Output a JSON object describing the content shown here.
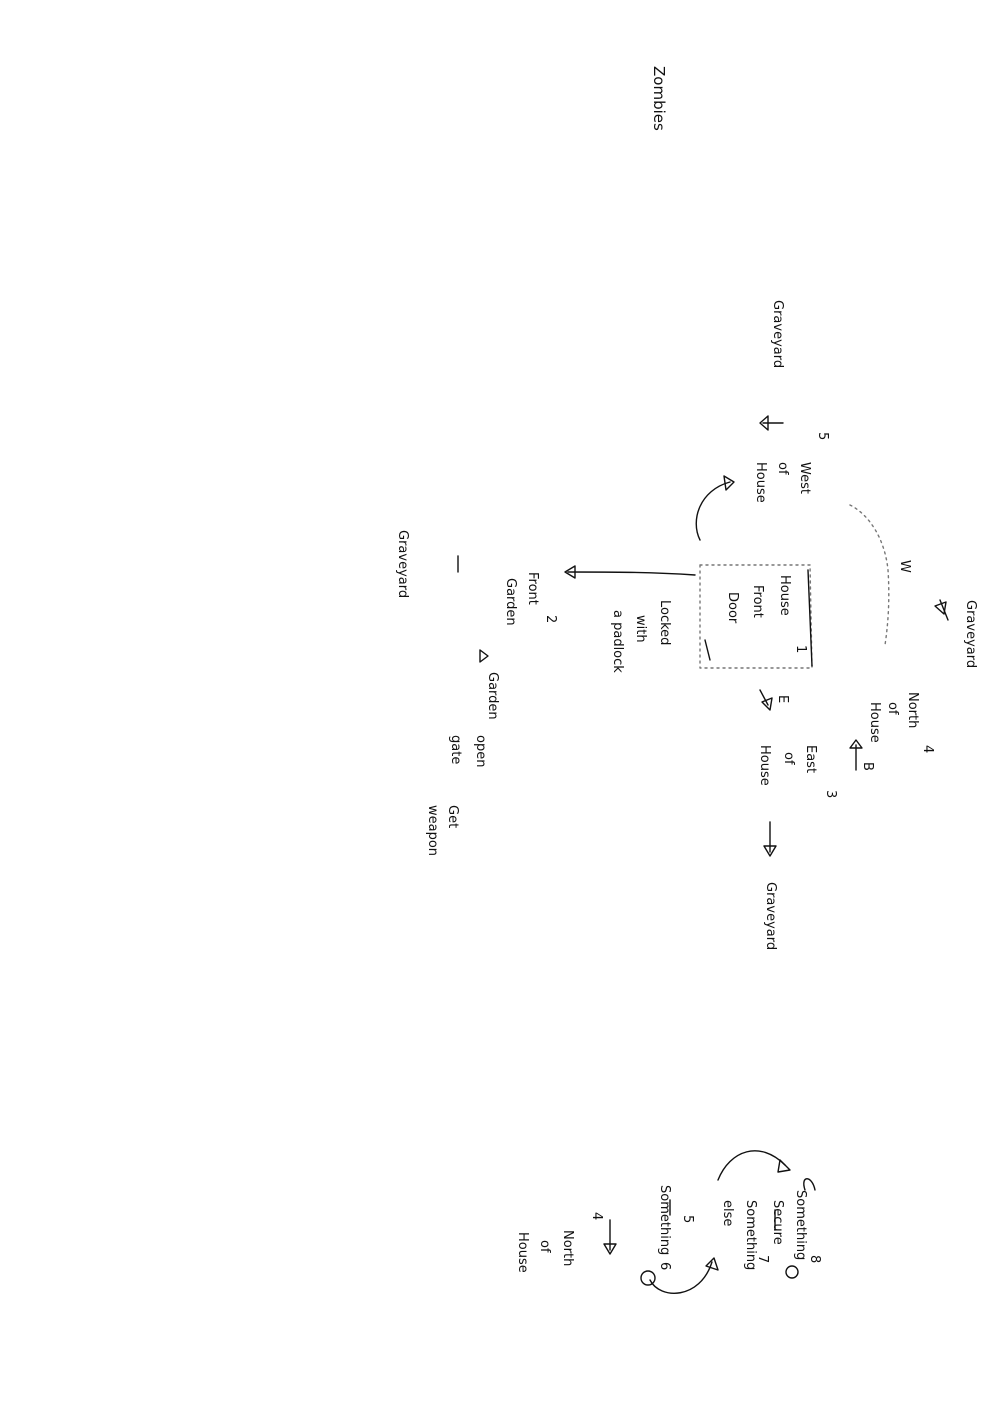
{
  "title": "Zombies",
  "nodes": {
    "n1": [
      "House",
      "Front",
      "Door",
      "1"
    ],
    "locked": [
      "Locked",
      "with",
      "a padlock"
    ],
    "n2": [
      "2",
      "Front",
      "Garden"
    ],
    "n3": [
      "East",
      "of",
      "House",
      "3"
    ],
    "n4": [
      "North",
      "of",
      "House",
      "4"
    ],
    "n5": [
      "5",
      "West",
      "of",
      "House"
    ],
    "w": "W",
    "e": "E",
    "b": "B"
  },
  "edges": {
    "top_left": "Graveyard",
    "top_right": "Graveyard",
    "garden": "Graveyard",
    "bottom_right": "Graveyard",
    "gate": [
      "Garden",
      "open",
      "gate",
      "Get",
      "weapon"
    ]
  },
  "sequence": {
    "s8": "8",
    "s8_text": [
      "Something",
      "Secure"
    ],
    "s7": "7",
    "s7_text": [
      "Something",
      "else"
    ],
    "s5": "5",
    "s5_text": "Something",
    "s6": "6",
    "n4_text": [
      "4",
      "North",
      "of",
      "House"
    ]
  }
}
